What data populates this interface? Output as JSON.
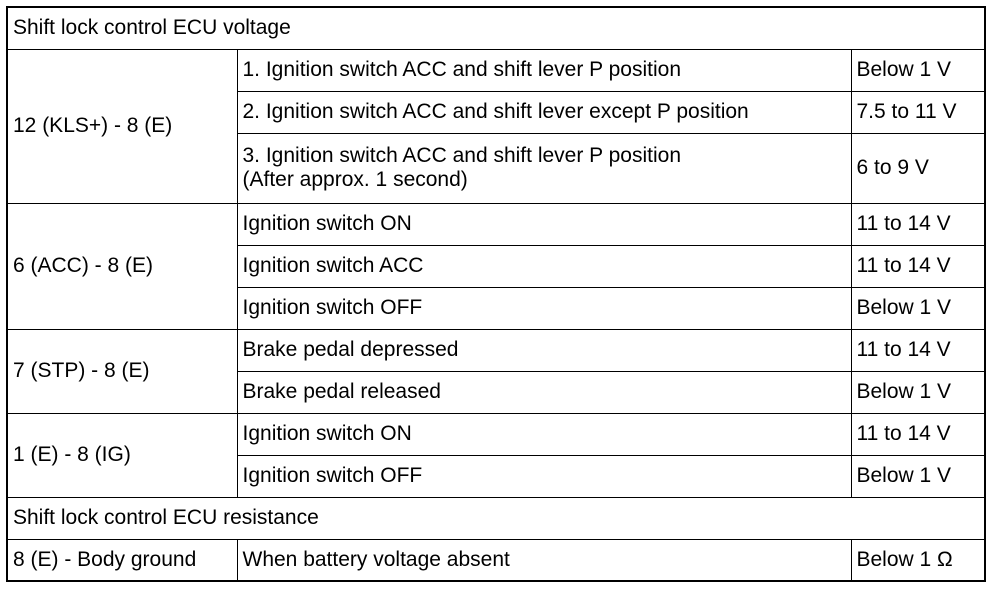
{
  "sections": [
    {
      "title": "Shift lock control ECU voltage",
      "groups": [
        {
          "terminal": "12 (KLS+) - 8 (E)",
          "rows": [
            {
              "condition": "1. Ignition switch ACC and shift lever P position",
              "spec": "Below 1 V"
            },
            {
              "condition": "2. Ignition switch ACC and shift lever except P position",
              "spec": "7.5 to 11 V"
            },
            {
              "condition": "3. Ignition switch ACC and shift lever P position\n(After approx. 1 second)",
              "spec": "6 to 9 V"
            }
          ]
        },
        {
          "terminal": "6 (ACC) - 8 (E)",
          "rows": [
            {
              "condition": "Ignition switch ON",
              "spec": "11 to 14 V"
            },
            {
              "condition": "Ignition switch ACC",
              "spec": "11 to 14 V"
            },
            {
              "condition": "Ignition switch OFF",
              "spec": "Below 1 V"
            }
          ]
        },
        {
          "terminal": "7 (STP) - 8 (E)",
          "rows": [
            {
              "condition": "Brake pedal depressed",
              "spec": "11 to 14 V"
            },
            {
              "condition": "Brake pedal released",
              "spec": "Below 1 V"
            }
          ]
        },
        {
          "terminal": "1 (E) - 8 (IG)",
          "rows": [
            {
              "condition": "Ignition switch ON",
              "spec": "11 to 14 V"
            },
            {
              "condition": "Ignition switch OFF",
              "spec": "Below 1 V"
            }
          ]
        }
      ]
    },
    {
      "title": "Shift lock control ECU resistance",
      "groups": [
        {
          "terminal": "8 (E) - Body ground",
          "rows": [
            {
              "condition": "When battery voltage absent",
              "spec": "Below 1 Ω"
            }
          ]
        }
      ]
    }
  ]
}
